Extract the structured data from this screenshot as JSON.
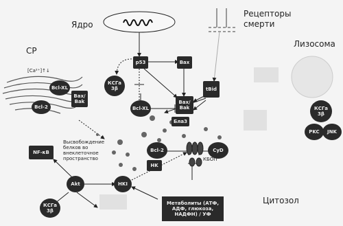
{
  "labels": {
    "nucleus": "Ядро",
    "death_receptors": "Рецепторы\nсмерти",
    "er": "СР",
    "calcium": "[Ca²⁺]↑↓",
    "lysosome": "Лизосома",
    "cytosol": "Цитозол",
    "protein_release": "Высвобождение\nбелков во\nвнеклеточное\nпространство",
    "channel": "КБОП"
  },
  "nodes": {
    "p53": "p53",
    "bax_top": "Bax",
    "kcg3b_left": "КСГа\n3β",
    "bcl_xl_er": "Bcl-XL",
    "bcl2_er": "Bcl-2",
    "bax_bak_er": "Bax/\nBak",
    "tbid": "tBid",
    "bcl_xl_mid": "Bcl-XL",
    "bax_bak_mid": "Bax/\nBak",
    "bnip3": "Бла3",
    "bcl2_mid": "Bcl-2",
    "hk": "HK",
    "cyd": "CyD",
    "nfkb": "NF-κB",
    "akt": "Akt",
    "hki": "HKI",
    "kcg3b_bottom": "КСГа\n3β",
    "kcg3b_right": "КСГа\n3β",
    "pkc": "PKC",
    "jnk": "JNK",
    "metabolites": "Метаболиты (АТФ,\nАДФ, глюкоза,\nНАДФН) / УФ"
  }
}
